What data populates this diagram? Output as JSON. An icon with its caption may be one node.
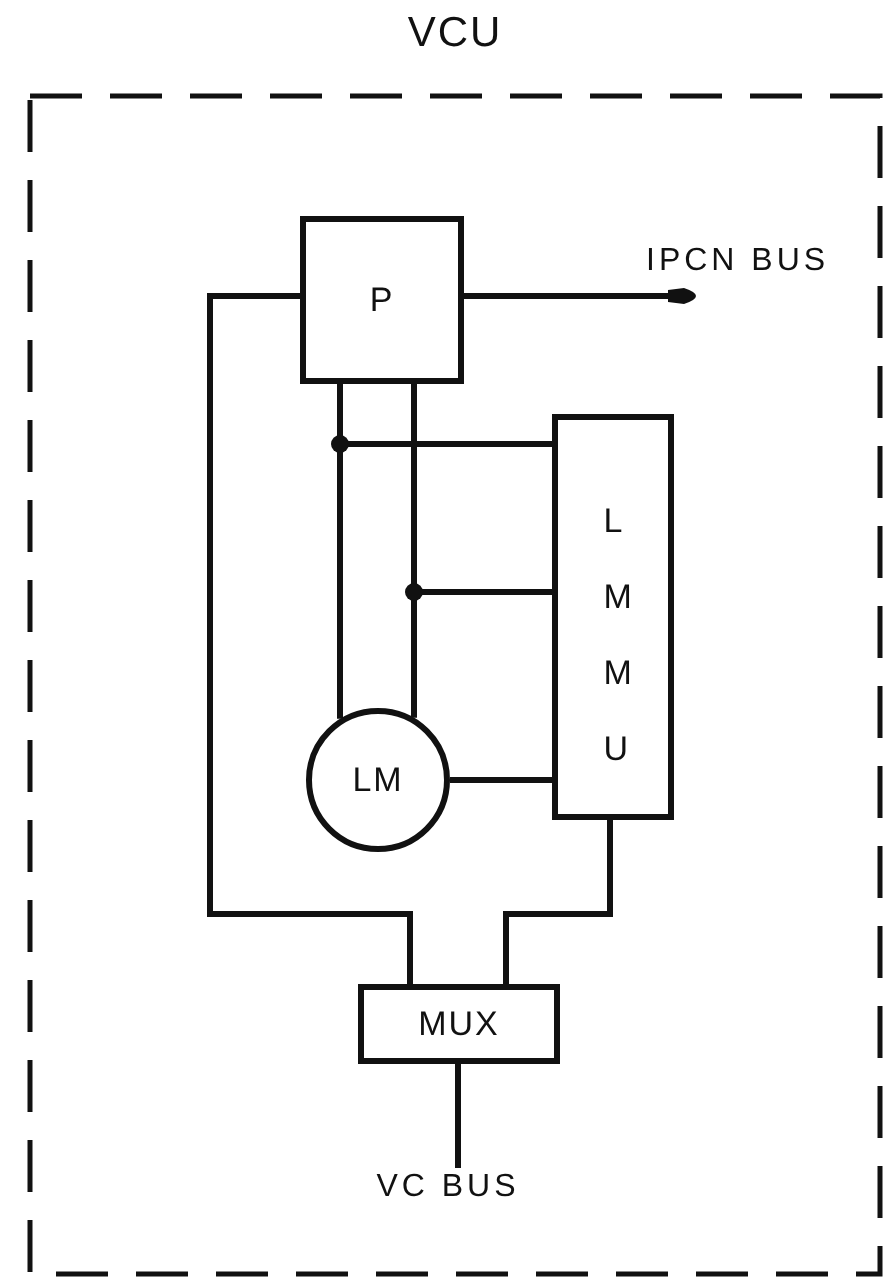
{
  "diagram": {
    "nodes": [
      {
        "text": [
          "VCU"
        ]
      },
      {
        "text": [
          "P"
        ],
        "in": 0
      },
      {
        "text": [
          "L M M U"
        ],
        "in": 0
      },
      {
        "text": [
          "LM"
        ],
        "in": 0
      },
      {
        "text": [
          "MUX"
        ],
        "in": 0
      }
    ],
    "edges": [
      {
        "from": 1,
        "to": 3,
        "arrow": "none"
      },
      {
        "from": 1,
        "to": 2,
        "arrow": "none"
      },
      {
        "from": 1,
        "to": 3,
        "arrow": "none"
      },
      {
        "from": 1,
        "to": 2,
        "arrow": "none"
      },
      {
        "from": 3,
        "to": 2,
        "arrow": "none"
      },
      {
        "from": 1,
        "to": 4,
        "arrow": "none"
      },
      {
        "from": 2,
        "to": 4,
        "arrow": "none"
      },
      {
        "from": 1,
        "to": null,
        "arrow": "to",
        "label": "IPCN BUS"
      },
      {
        "from": 4,
        "to": null,
        "arrow": "none",
        "label": "VC BUS"
      }
    ]
  }
}
